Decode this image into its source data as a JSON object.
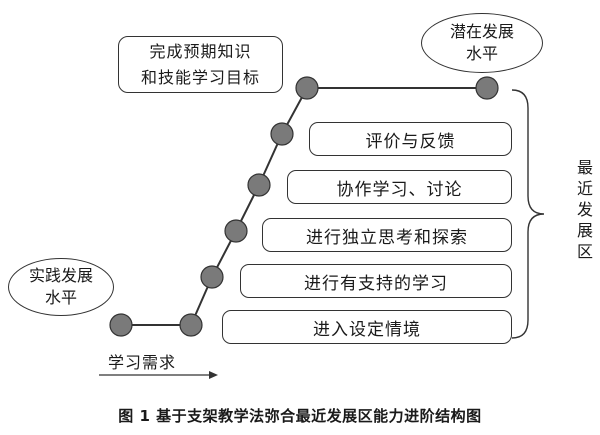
{
  "zones": {
    "actual_level": [
      "实践发展",
      "水平"
    ],
    "potential_level": [
      "潜在发展",
      "水平"
    ]
  },
  "goal": [
    "完成预期知识",
    "和技能学习目标"
  ],
  "steps": [
    "进入设定情境",
    "进行有支持的学习",
    "进行独立思考和探索",
    "协作学习、讨论",
    "评价与反馈"
  ],
  "zone_label": "最近发展区",
  "axis_label": "学习需求",
  "caption": "图 1  基于支架教学法弥合最近发展区能力进阶结构图",
  "colors": {
    "node": "#7a7a7a",
    "line": "#333333"
  }
}
